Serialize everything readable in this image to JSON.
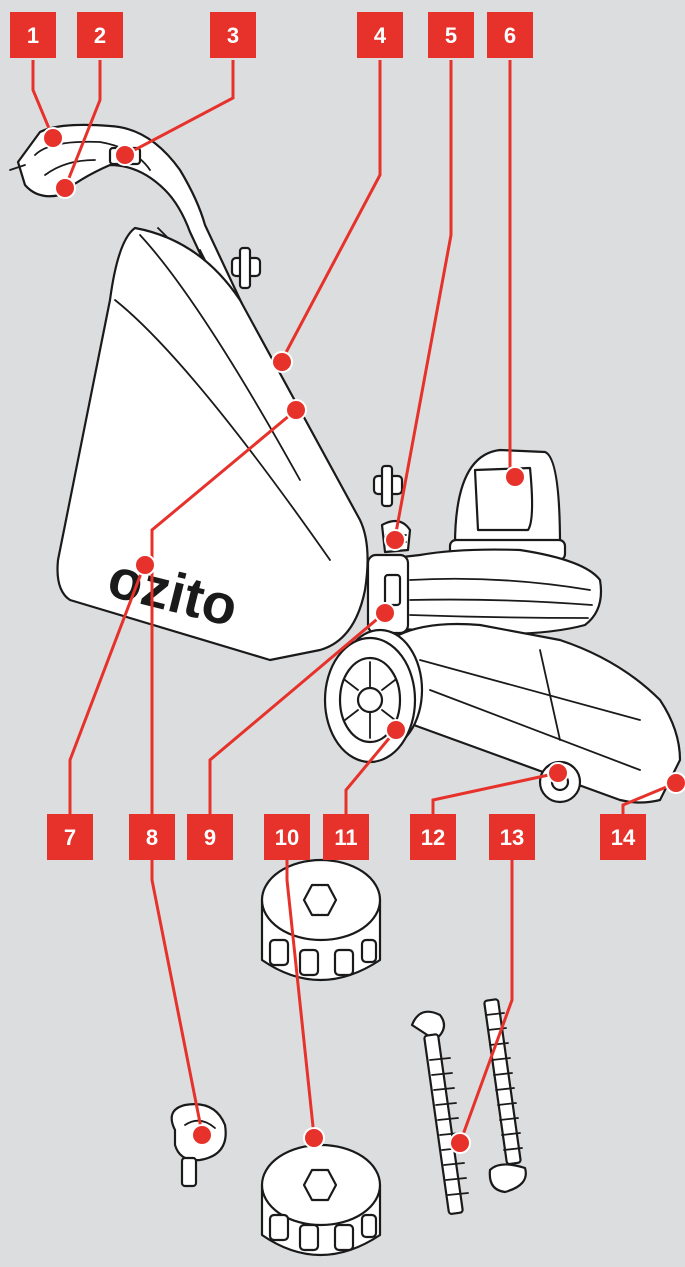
{
  "brand": {
    "logo_text": "ozito"
  },
  "callouts": [
    {
      "number": "1"
    },
    {
      "number": "2"
    },
    {
      "number": "3"
    },
    {
      "number": "4"
    },
    {
      "number": "5"
    },
    {
      "number": "6"
    },
    {
      "number": "7"
    },
    {
      "number": "8"
    },
    {
      "number": "9"
    },
    {
      "number": "10"
    },
    {
      "number": "11"
    },
    {
      "number": "12"
    },
    {
      "number": "13"
    },
    {
      "number": "14"
    }
  ],
  "colors": {
    "accent": "#e6322b",
    "background": "#dcdddf",
    "outline": "#1a1a1a"
  }
}
